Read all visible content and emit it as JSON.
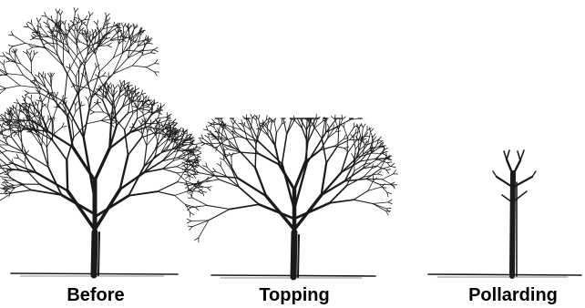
{
  "panels": [
    {
      "label": "Before"
    },
    {
      "label": "Topping"
    },
    {
      "label": "Pollarding"
    }
  ],
  "colors": {
    "ink": "#1a1a1a",
    "background": "#ffffff"
  }
}
